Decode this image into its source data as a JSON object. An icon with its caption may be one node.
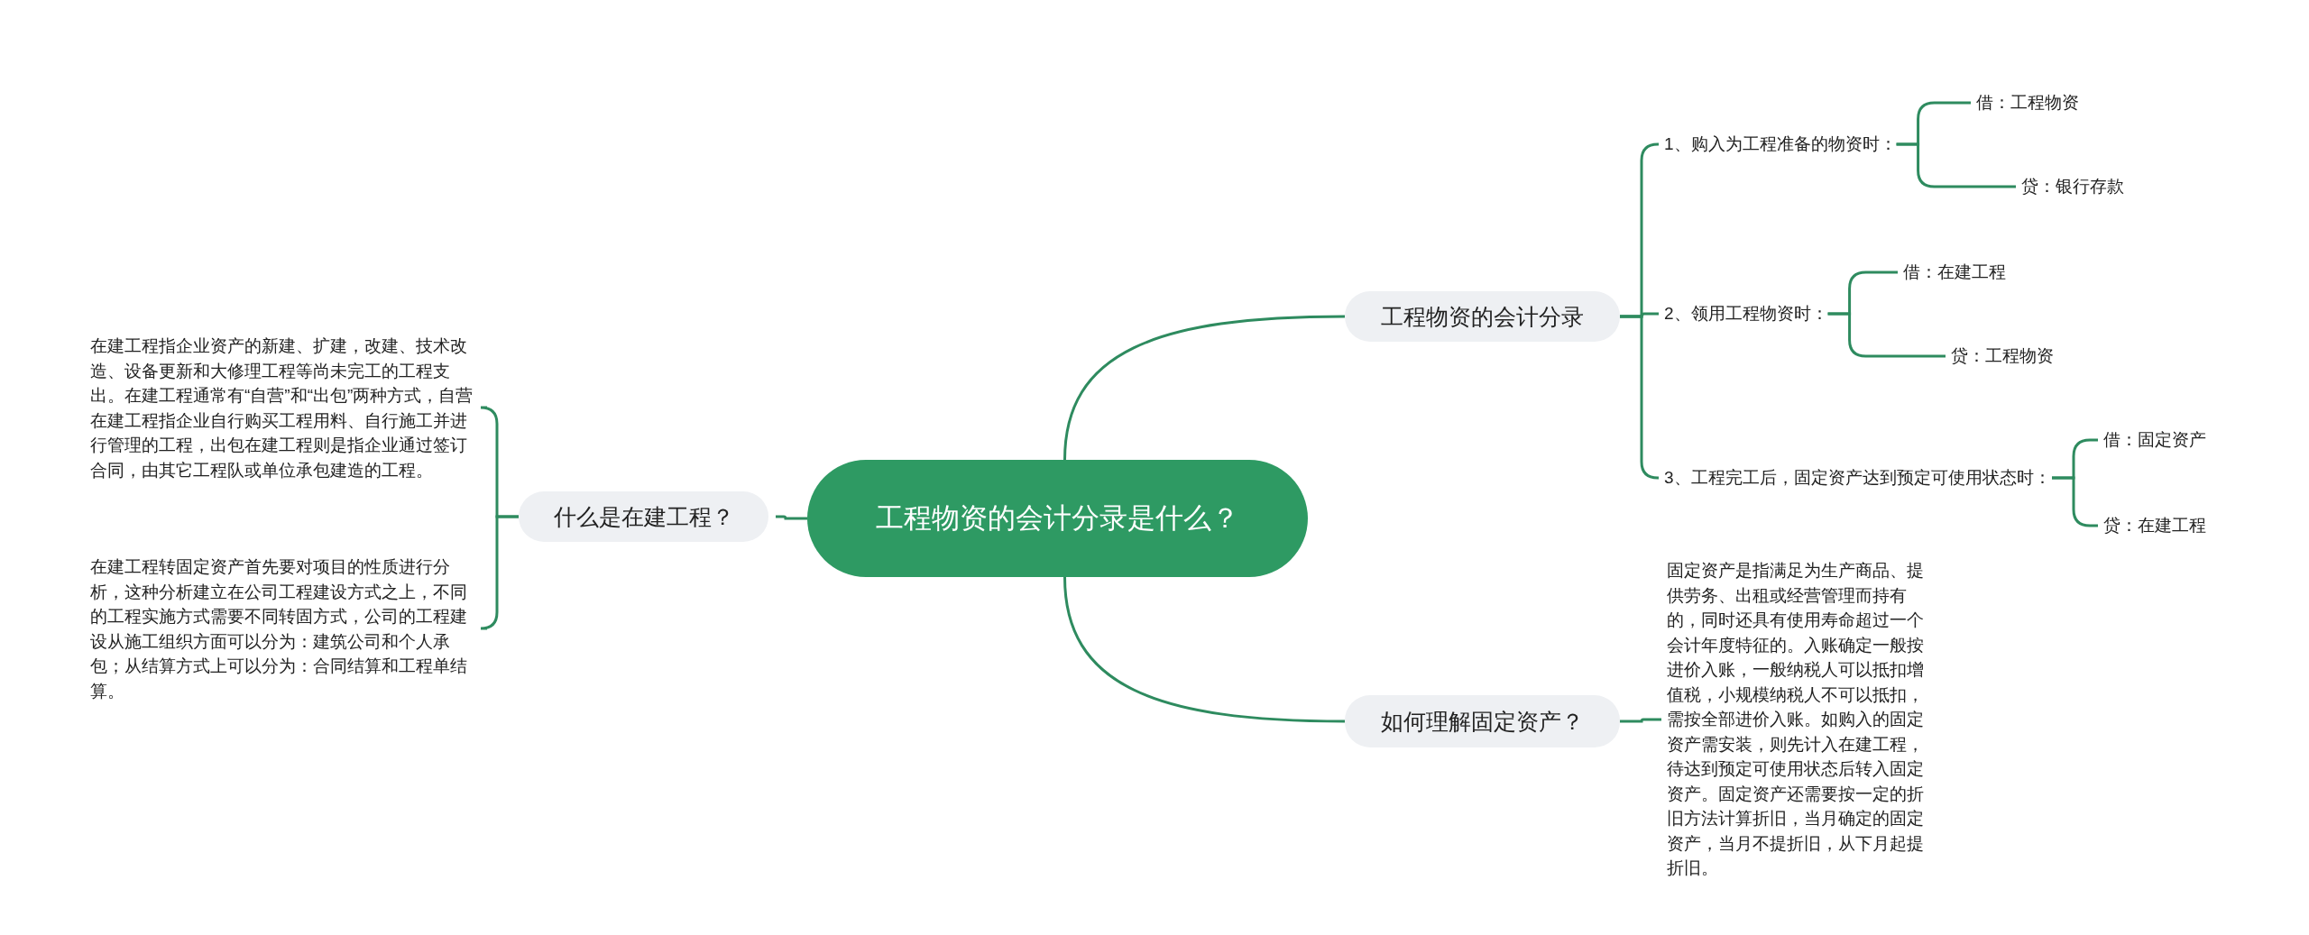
{
  "diagram": {
    "nodes": [
      {
        "text": [
          "工程物资的会计分录是什么？"
        ]
      },
      {
        "text": [
          "工程物资的会计分录"
        ]
      },
      {
        "text": [
          "1、购入为工程准备的物资时："
        ]
      },
      {
        "text": [
          "借：工程物资"
        ]
      },
      {
        "text": [
          "贷：银行存款"
        ]
      },
      {
        "text": [
          "2、领用工程物资时："
        ]
      },
      {
        "text": [
          "借：在建工程"
        ]
      },
      {
        "text": [
          "贷：工程物资"
        ]
      },
      {
        "text": [
          "3、工程完工后，固定资产达到预定可使用状态时："
        ]
      },
      {
        "text": [
          "借：固定资产"
        ]
      },
      {
        "text": [
          "贷：在建工程"
        ]
      },
      {
        "text": [
          "如何理解固定资产？"
        ]
      },
      {
        "text": [
          "固定资产是指满足为生产商品、提供劳务、出租或经营管理而持有的，同时还具有使用寿命超过一个会计年度特征的。入账确定一般按进价入账，一般纳税人可以抵扣增值税，小规模纳税人不可以抵扣，需按全部进价入账。如购入的固定资产需安装，则先计入在建工程，待达到预定可使用状态后转入固定资产。固定资产还需要按一定的折旧方法计算折旧，当月确定的固定资产，当月不提折旧，从下月起提折旧。"
        ]
      },
      {
        "text": [
          "什么是在建工程？"
        ]
      },
      {
        "text": [
          "在建工程指企业资产的新建、扩建，改建、技术改造、设备更新和大修理工程等尚未完工的工程支出。在建工程通常有“自营”和“出包”两种方式，自营在建工程指企业自行购买工程用料、自行施工并进行管理的工程，出包在建工程则是指企业通过签订合同，由其它工程队或单位承包建造的工程。"
        ]
      },
      {
        "text": [
          "在建工程转固定资产首先要对项目的性质进行分析，这种分析建立在公司工程建设方式之上，不同的工程实施方式需要不同转固方式，公司的工程建设从施工组织方面可以分为：建筑公司和个人承包；从结算方式上可以分为：合同结算和工程单结算。"
        ]
      }
    ],
    "edges": [
      {
        "from": 0,
        "to": 1,
        "arrow": "none"
      },
      {
        "from": 1,
        "to": 2,
        "arrow": "none"
      },
      {
        "from": 2,
        "to": 3,
        "arrow": "none"
      },
      {
        "from": 2,
        "to": 4,
        "arrow": "none"
      },
      {
        "from": 1,
        "to": 5,
        "arrow": "none"
      },
      {
        "from": 5,
        "to": 6,
        "arrow": "none"
      },
      {
        "from": 5,
        "to": 7,
        "arrow": "none"
      },
      {
        "from": 1,
        "to": 8,
        "arrow": "none"
      },
      {
        "from": 8,
        "to": 9,
        "arrow": "none"
      },
      {
        "from": 8,
        "to": 10,
        "arrow": "none"
      },
      {
        "from": 0,
        "to": 11,
        "arrow": "none"
      },
      {
        "from": 11,
        "to": 12,
        "arrow": "none"
      },
      {
        "from": 0,
        "to": 13,
        "arrow": "none"
      },
      {
        "from": 13,
        "to": 14,
        "arrow": "none"
      },
      {
        "from": 13,
        "to": 15,
        "arrow": "none"
      }
    ]
  }
}
